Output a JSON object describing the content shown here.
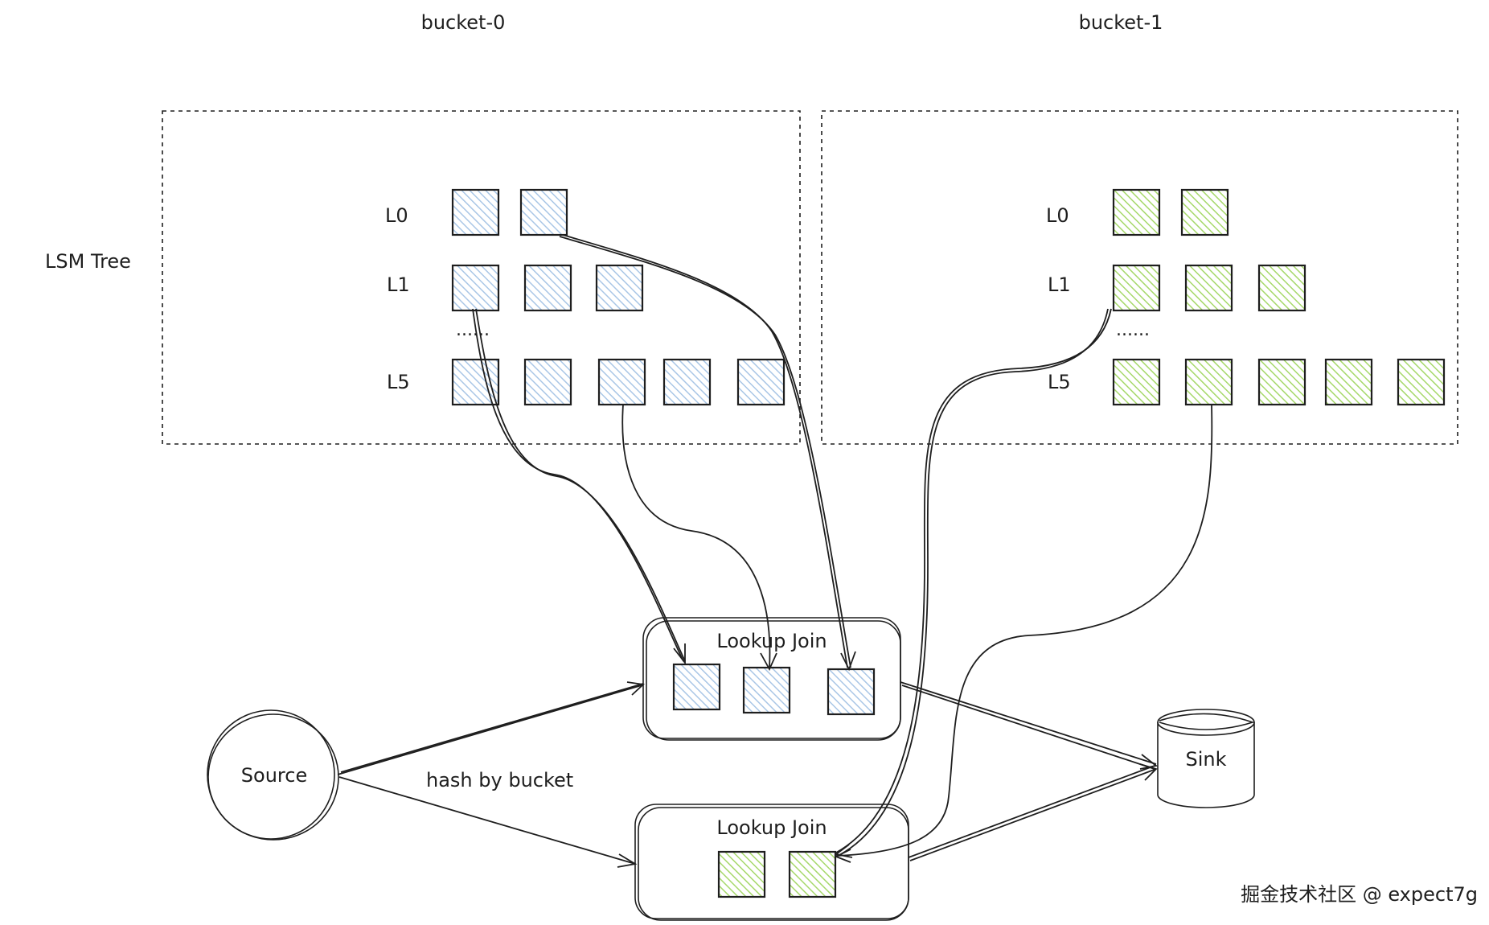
{
  "buckets": [
    {
      "title": "bucket-0",
      "levels": [
        "L0",
        "L1",
        "L5"
      ],
      "ellipsis": "......",
      "fill_color": "#dbe8f5"
    },
    {
      "title": "bucket-1",
      "levels": [
        "L0",
        "L1",
        "L5"
      ],
      "ellipsis": "......",
      "fill_color": "#d8efb6"
    }
  ],
  "lsm_label": "LSM Tree",
  "lookup_joins": [
    {
      "label": "Lookup Join"
    },
    {
      "label": "Lookup Join"
    }
  ],
  "source_label": "Source",
  "sink_label": "Sink",
  "edge_label": "hash by bucket",
  "watermark": "掘金技术社区 @ expect7g",
  "colors": {
    "stroke": "#1e1e1e",
    "bucket0_fill": "#dbe8f5",
    "bucket1_fill": "#d8efb6",
    "watermark": "#8a8a8a"
  }
}
